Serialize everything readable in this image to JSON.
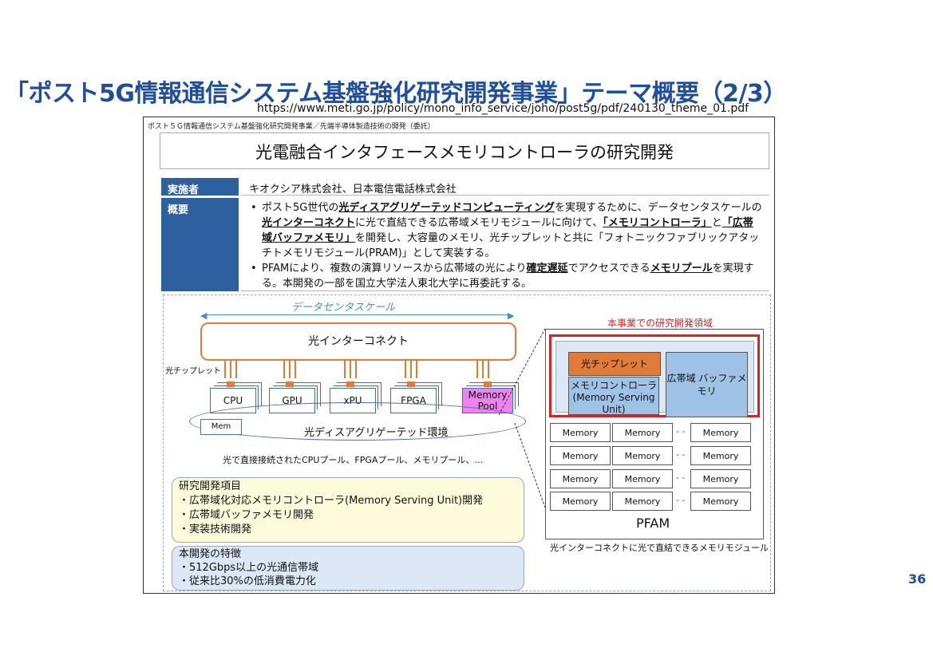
{
  "page": {
    "title": "「ポスト5G情報通信システム基盤強化研究開発事業」テーマ概要（2/3）",
    "source_url": "https://www.meti.go.jp/policy/mono_info_service/joho/post5g/pdf/240130_theme_01.pdf",
    "page_number": "36"
  },
  "slide": {
    "breadcrumb": "ポスト５Ｇ情報通信システム基盤強化研究開発事業／先端半導体製造技術の開発（委託）",
    "heading": "光電融合インタフェースメモリコントローラの研究開発",
    "table": {
      "row1_label": "実施者",
      "row1_value": "キオクシア株式会社、日本電信電話株式会社",
      "row2_label": "概要",
      "bullet1": {
        "t1": "ポスト5G世代の",
        "b1": "光ディスアグリゲーテッドコンピューティング",
        "t2": "を実現するために、データセンタスケールの",
        "b2": "光インターコネクト",
        "t3": "に光で直結できる広帯域メモリモジュールに向けて、",
        "b3": "「メモリコントローラ」",
        "t4": "と",
        "b4": "「広帯域バッファメモリ」",
        "t5": "を開発し、大容量のメモリ、光チップレットと共に「フォトニックファブリックアタッチトメモリモジュール(PRAM)」として実装する。"
      },
      "bullet2": {
        "t1": "PFAMにより、複数の演算リソースから広帯域の光により",
        "b1": "確定遅延",
        "t2": "でアクセスできる",
        "b2": "メモリプール",
        "t3": "を実現する。本開発の一部を国立大学法人東北大学に再委託する。"
      }
    },
    "diagram": {
      "datacenter_scale": "データセンタスケール",
      "interconnect": "光インターコネクト",
      "chiplet_label": "光チップレット",
      "chips": [
        "CPU",
        "GPU",
        "xPU",
        "FPGA"
      ],
      "memory_pool": "Memory Pool",
      "mem": "Mem",
      "environment": "光ディスアグリゲーテッド環境",
      "direct_connect": "光で直接接続されたCPUプール、FPGAプール、メモリプール、…",
      "rnd_title": "研究開発項目",
      "rnd_items": [
        "・広帯域化対応メモリコントローラ(Memory Serving Unit)開発",
        "・広帯域バッファメモリ開発",
        "・実装技術開発"
      ],
      "feat_title": "本開発の特徴",
      "feat_items": [
        "・512Gbps以上の光通信帯域",
        "・従来比30%の低消費電力化"
      ],
      "scope_label": "本事業での研究開発領域",
      "optical_chiplet": "光チップレット",
      "memory_controller": "メモリコントローラ (Memory Serving Unit)",
      "buffer_memory": "広帯域 バッファメモリ",
      "memory_cell": "Memory",
      "pfam": "PFAM",
      "pfam_caption": "光インターコネクトに光で直結できるメモリモジュール"
    }
  }
}
